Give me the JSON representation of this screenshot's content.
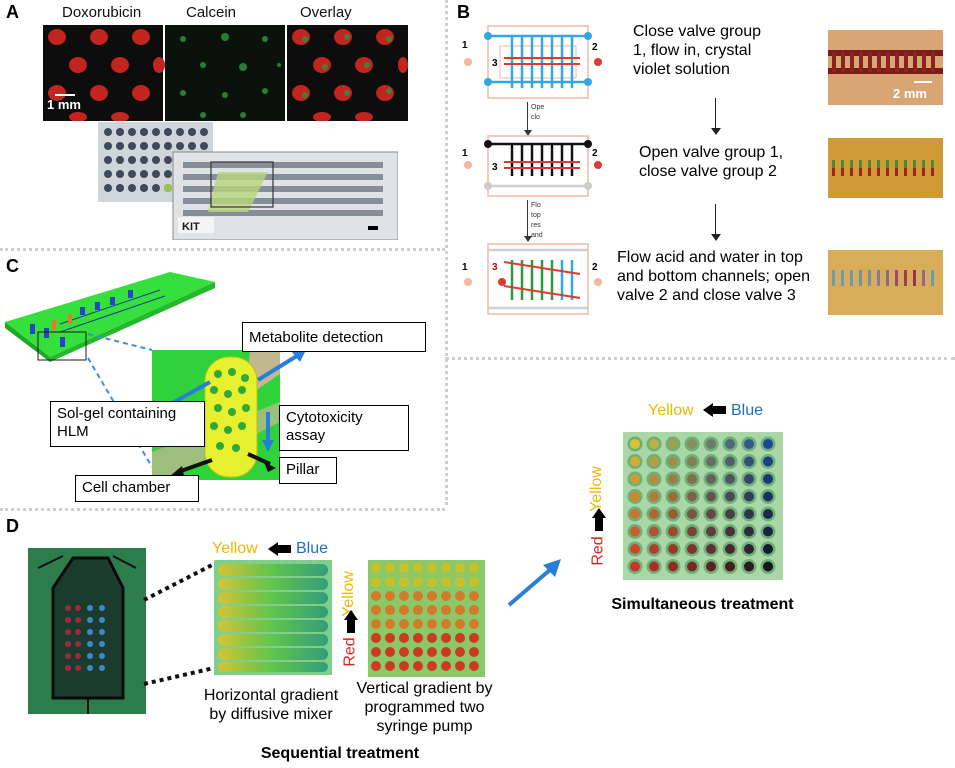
{
  "panels": {
    "a": {
      "label": "A",
      "headers": [
        "Doxorubicin",
        "Calcein",
        "Overlay"
      ],
      "scale": "1 mm",
      "logo": "KIT"
    },
    "b": {
      "label": "B",
      "steps": [
        {
          "text": "Close valve group 1, flow in, crystal violet solution"
        },
        {
          "text": "Open valve group 1, close valve group 2"
        },
        {
          "text": "Flow acid and water in top and bottom channels; open valve 2 and close valve 3"
        }
      ],
      "scale": "2 mm",
      "port_labels": {
        "one": "1",
        "two": "2",
        "three": "3"
      },
      "small_notes": [
        "Ope",
        "clo",
        "Flo",
        "top",
        "res",
        "and"
      ]
    },
    "c": {
      "label": "C",
      "callouts": {
        "metabolite": "Metabolite detection",
        "solgel": "Sol-gel containing HLM",
        "cytotox": "Cytotoxicity assay",
        "pillar": "Pillar",
        "chamber": "Cell chamber"
      }
    },
    "d": {
      "label": "D",
      "yellow": "Yellow",
      "blue": "Blue",
      "red": "Red",
      "horizontal": "Horizontal gradient by diffusive mixer",
      "vertical": "Vertical gradient by programmed two syringe pump",
      "sequential": "Sequential treatment",
      "simultaneous": "Simultaneous treatment"
    }
  },
  "colors": {
    "yellow": "#f2b705",
    "blue": "#1f6fc1",
    "red": "#d8261f",
    "green_bg": "#2fd23a",
    "arrow_blue": "#2a7fd4"
  }
}
